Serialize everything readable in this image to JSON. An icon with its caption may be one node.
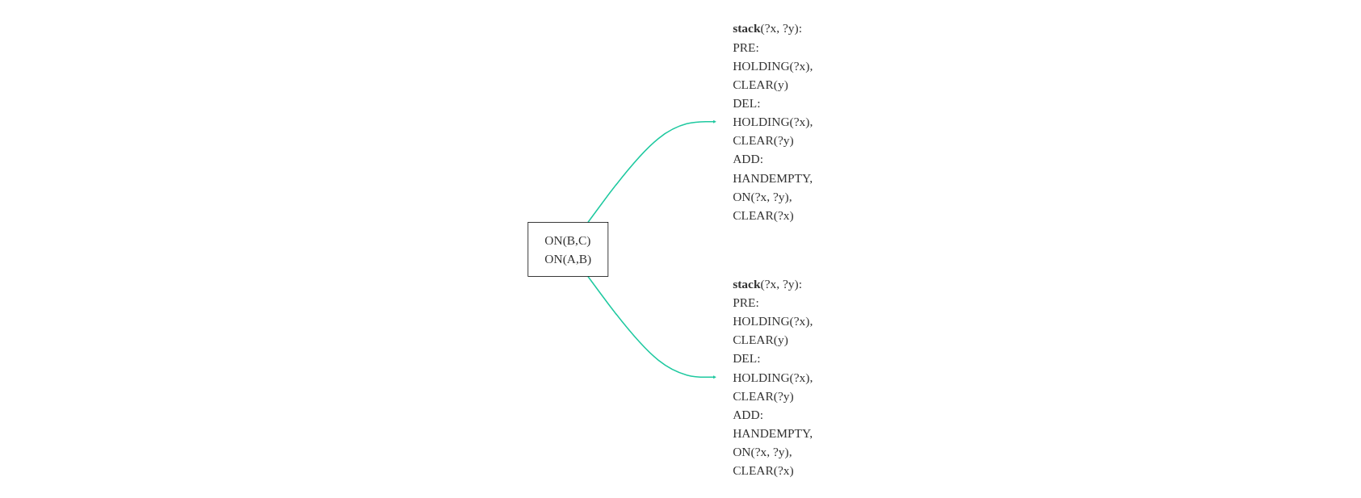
{
  "diagram": {
    "nodes": [
      {
        "text": [
          "ON(B,C)",
          "ON(A,B)"
        ]
      },
      {
        "text": [
          "**stack**(?x, ?y): PRE: HOLDING(?x), CLEAR(y)",
          "DEL: HOLDING(?x), CLEAR(?y)",
          "ADD: HANDEMPTY, ON(?x, ?y), CLEAR(?x)"
        ]
      },
      {
        "text": [
          "**stack**(?x, ?y): PRE: HOLDING(?x), CLEAR(y)",
          "DEL: HOLDING(?x), CLEAR(?y)",
          "ADD: HANDEMPTY, ON(?x, ?y), CLEAR(?x)"
        ]
      }
    ],
    "edges": [
      {
        "from": 0,
        "to": 1,
        "arrow": "to"
      },
      {
        "from": 0,
        "to": 2,
        "arrow": "to"
      }
    ]
  }
}
